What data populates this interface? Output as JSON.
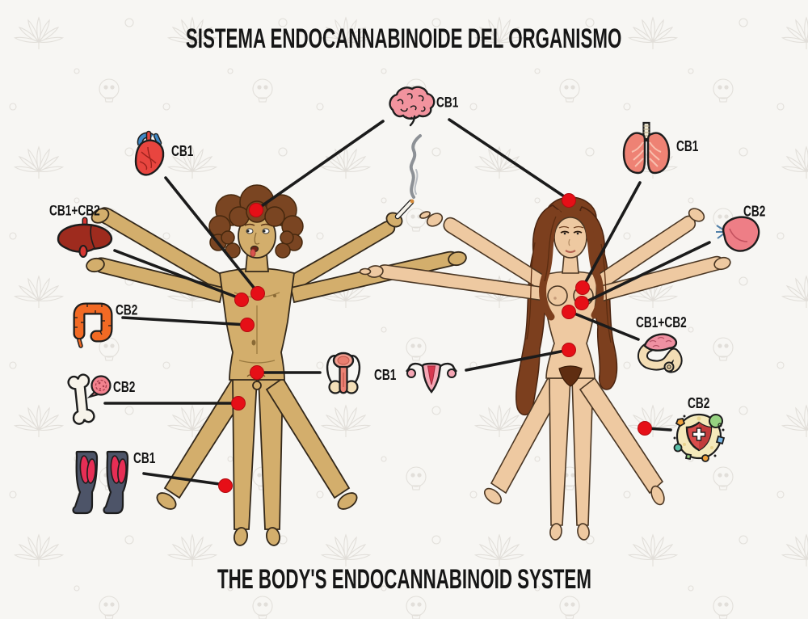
{
  "title_top": "SISTEMA ENDOCANNABINOIDE DEL ORGANISMO",
  "title_bottom": "THE BODY'S ENDOCANNABINOID SYSTEM",
  "organs": {
    "brain": {
      "icon": "brain-icon",
      "receptor": "CB1"
    },
    "heart": {
      "icon": "heart-icon",
      "receptor": "CB1"
    },
    "liver": {
      "icon": "liver-icon",
      "receptor": "CB1+CB2"
    },
    "intestine": {
      "icon": "intestine-icon",
      "receptor": "CB2"
    },
    "bone": {
      "icon": "bone-icon",
      "receptor": "CB2"
    },
    "muscles": {
      "icon": "muscles-icon",
      "receptor": "CB1"
    },
    "reproductive": {
      "icon": "reproductive-organs-icon",
      "receptor": "CB1"
    },
    "lungs": {
      "icon": "lungs-icon",
      "receptor": "CB1"
    },
    "spleen": {
      "icon": "spleen-icon",
      "receptor": "CB2"
    },
    "pancreas": {
      "icon": "pancreas-icon",
      "receptor": "CB1+CB2"
    },
    "immune_system": {
      "icon": "immune-system-icon",
      "receptor": "CB2"
    }
  },
  "colors": {
    "background": "#f7f6f3",
    "line": "#1b1b1b",
    "dot_red": "#e60f17",
    "male_skin": "#d3ae6c",
    "female_skin": "#eec9a1",
    "title_text": "#161616"
  }
}
